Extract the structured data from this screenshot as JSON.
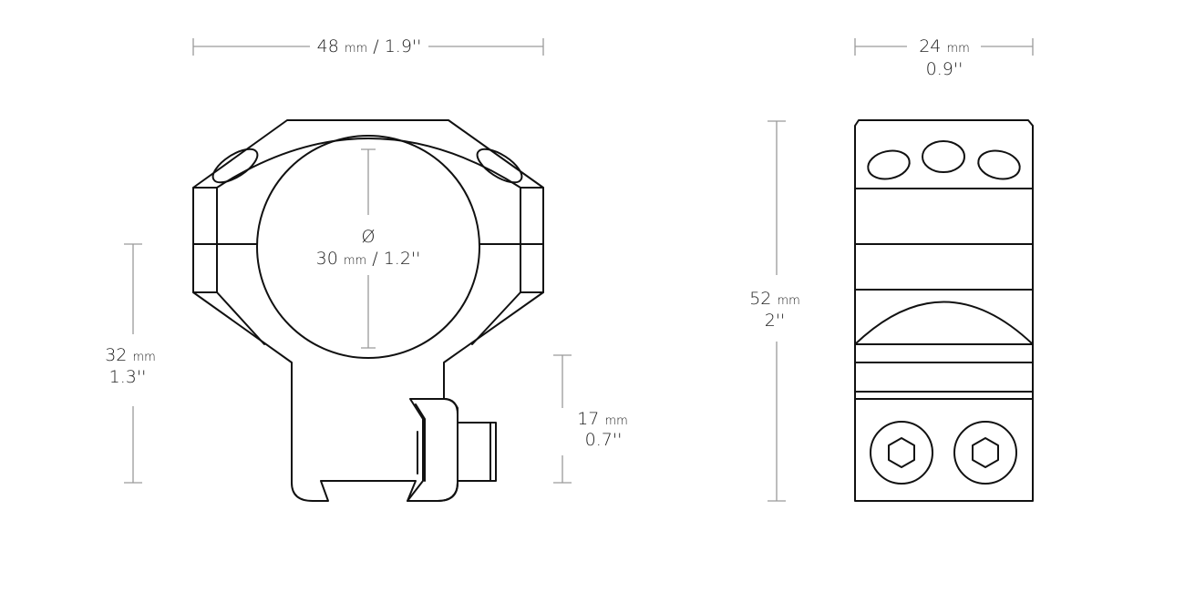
{
  "colors": {
    "line": "#111111",
    "dimension": "#9a9a9a",
    "text": "#222222",
    "background": "#ffffff"
  },
  "dimensions": {
    "front_width": {
      "mm_value": "48",
      "unit": "mm",
      "inch": "/ 1.9''"
    },
    "ring_diameter": {
      "symbol": "Ø",
      "mm_value": "30",
      "unit": "mm",
      "inch": "/ 1.2''"
    },
    "total_height": {
      "mm_value": "32",
      "unit": "mm",
      "inch": "1.3''"
    },
    "base_height": {
      "mm_value": "17",
      "unit": "mm",
      "inch": "0.7''"
    },
    "side_width": {
      "mm_value": "24",
      "unit": "mm",
      "inch": "0.9''"
    },
    "side_height": {
      "mm_value": "52",
      "unit": "mm",
      "inch": "2''"
    }
  }
}
